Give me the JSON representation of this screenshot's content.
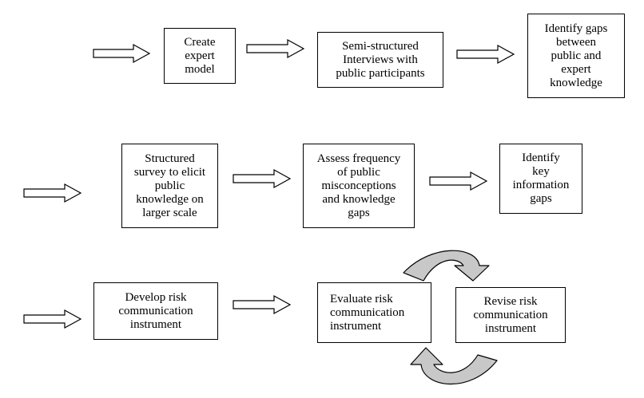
{
  "nodes": {
    "create_expert_model": "Create\nexpert\nmodel",
    "semi_structured_interviews": "Semi-structured\nInterviews with\npublic participants",
    "identify_gaps": "Identify gaps\nbetween\npublic and\nexpert\nknowledge",
    "structured_survey": "Structured\nsurvey to elicit\npublic\nknowledge on\nlarger scale",
    "assess_frequency": "Assess frequency\nof public\nmisconceptions\nand knowledge\ngaps",
    "identify_key_gaps": "Identify\nkey\ninformation\ngaps",
    "develop_instrument": "Develop risk\ncommunication\ninstrument",
    "evaluate_instrument": "Evaluate risk\ncommunication\ninstrument",
    "revise_instrument": "Revise risk\ncommunication\ninstrument"
  },
  "colors": {
    "line": "#000000",
    "loop_fill": "#c8c8c8"
  }
}
